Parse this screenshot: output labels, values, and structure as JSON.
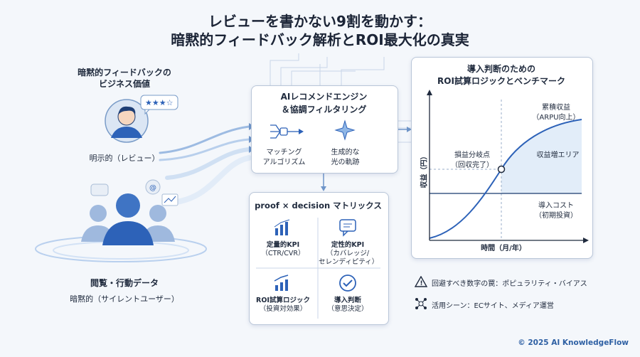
{
  "title": {
    "line1": "レビューを書かない9割を動かす：",
    "line2": "暗黙的フィードバック解析とROI最大化の真実"
  },
  "left": {
    "heading1": "暗黙的フィードバックの",
    "heading2": "ビジネス価値",
    "explicit_label": "明示的（レビュー）",
    "implicit_title": "閲覧・行動データ",
    "implicit_label": "暗黙的（サイレントユーザー）"
  },
  "engine": {
    "title1": "AIレコメンドエンジン",
    "title2": "＆協調フィルタリング",
    "matching1": "マッチング",
    "matching2": "アルゴリズム",
    "gen1": "生成的な",
    "gen2": "光の軌跡"
  },
  "matrix": {
    "title": "proof × decision マトリックス",
    "cells": [
      {
        "l1": "定量的KPI",
        "l2": "（CTR/CVR）",
        "icon": "bar-chart-icon"
      },
      {
        "l1": "定性的KPI",
        "l2": "（カバレッジ/",
        "l3": "セレンディピティ）",
        "icon": "chat-icon"
      },
      {
        "l1": "ROI試算ロジック",
        "l2": "（投資対効果）",
        "icon": "trend-chart-icon"
      },
      {
        "l1": "導入判断",
        "l2": "（意思決定）",
        "icon": "check-circle-icon"
      }
    ]
  },
  "roi": {
    "title1": "導入判断のための",
    "title2": "ROI試算ロジックとベンチマーク",
    "ylabel": "収益（円）",
    "xlabel": "時間（月/年）",
    "revenue1": "累積収益",
    "revenue2": "（ARPU向上）",
    "area": "収益増エリア",
    "breakeven1": "損益分岐点",
    "breakeven2": "（回収完了）",
    "cost1": "導入コスト",
    "cost2": "（初期投資）"
  },
  "footer": {
    "warning": "回避すべき数字の罠：ポピュラリティ・バイアス",
    "scenes": "活用シーン：ECサイト、メディア運営",
    "copyright": "© 2025 AI KnowledgeFlow"
  },
  "colors": {
    "accent": "#2d62b8",
    "light_blue": "#8fb6e6",
    "fill": "#dbe8f7"
  }
}
